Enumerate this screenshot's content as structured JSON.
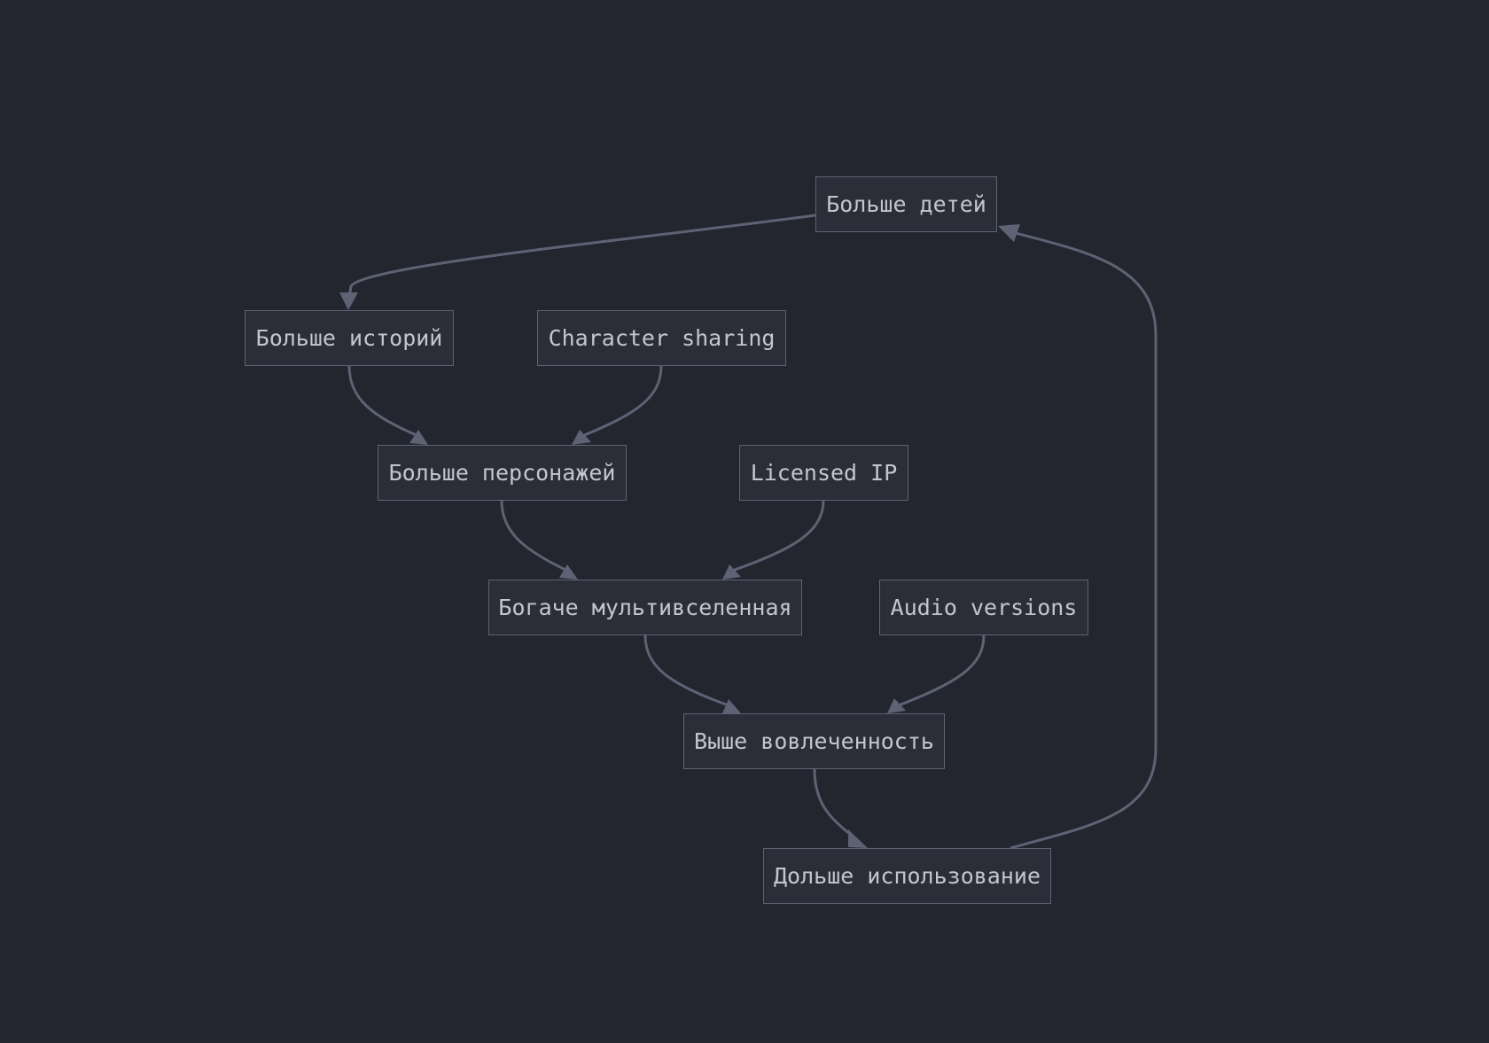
{
  "diagram": {
    "nodes": {
      "kids": "Больше детей",
      "stories": "Больше историй",
      "sharing": "Character sharing",
      "characters": "Больше персонажей",
      "licensed": "Licensed IP",
      "multiverse": "Богаче мультивселенная",
      "audio": "Audio versions",
      "engagement": "Выше вовлеченность",
      "usage": "Дольше использование"
    },
    "edges": [
      {
        "from": "kids",
        "to": "stories"
      },
      {
        "from": "stories",
        "to": "characters"
      },
      {
        "from": "sharing",
        "to": "characters"
      },
      {
        "from": "characters",
        "to": "multiverse"
      },
      {
        "from": "licensed",
        "to": "multiverse"
      },
      {
        "from": "multiverse",
        "to": "engagement"
      },
      {
        "from": "audio",
        "to": "engagement"
      },
      {
        "from": "engagement",
        "to": "usage"
      },
      {
        "from": "usage",
        "to": "kids"
      }
    ],
    "colors": {
      "background": "#23262f",
      "node_fill": "#2b2e39",
      "node_border": "#5d6375",
      "edge": "#5d6375",
      "text": "#c3c6cf"
    }
  }
}
